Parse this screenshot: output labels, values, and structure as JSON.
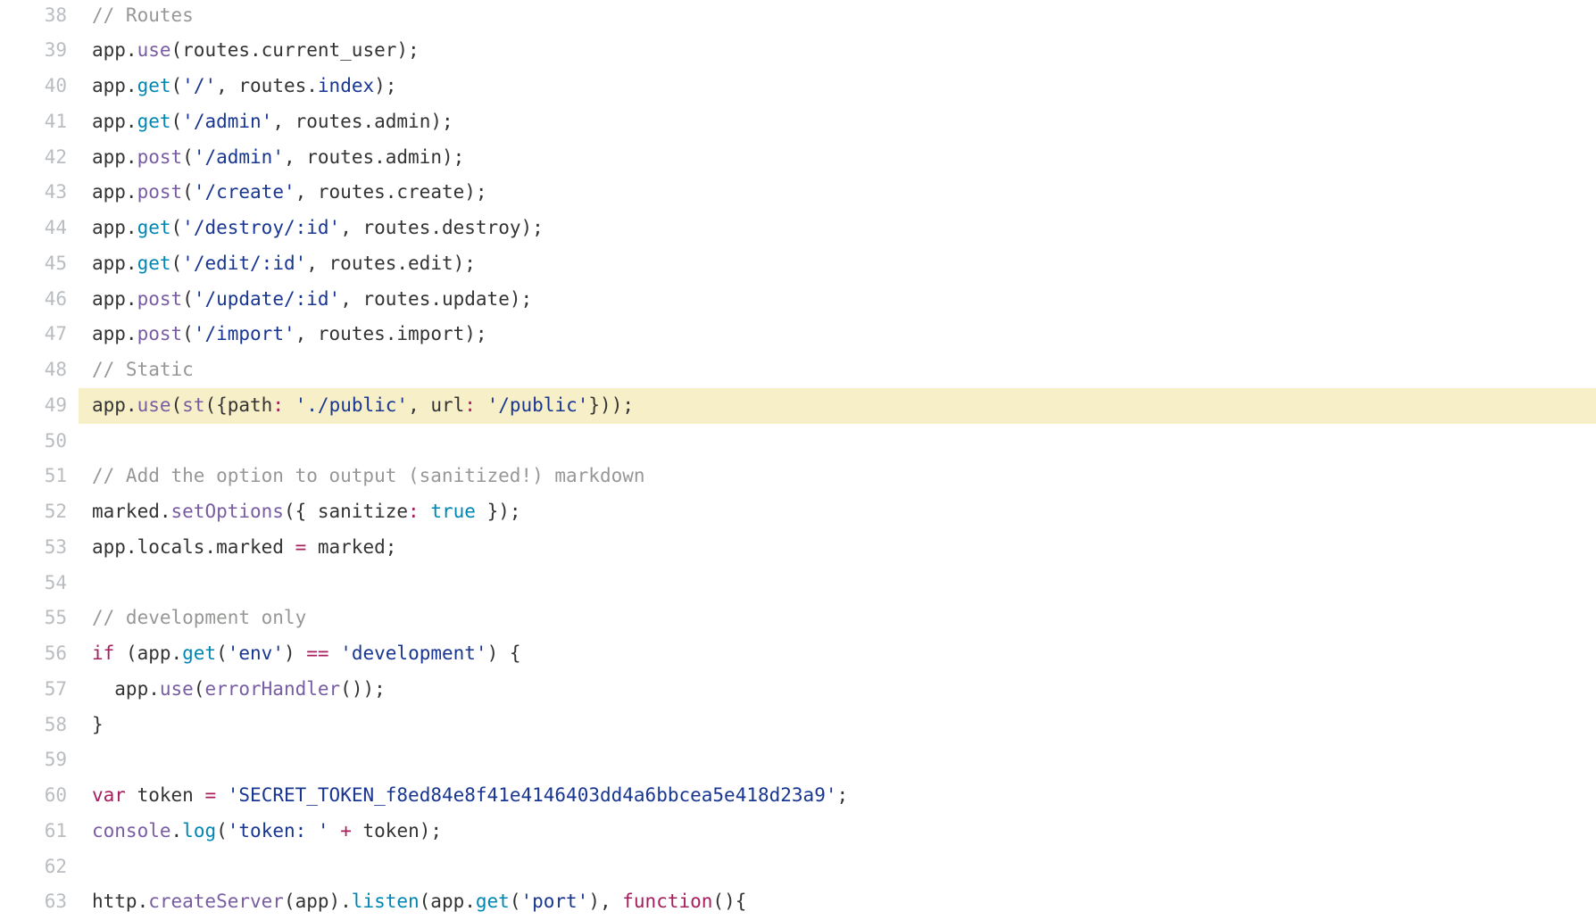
{
  "colors": {
    "background": "#ffffff",
    "plain": "#333333",
    "comment": "#969896",
    "string": "#183691",
    "keyword": "#a71d5d",
    "func": "#795da3",
    "builtin": "#0086b3",
    "line-number": "#b9bdc1",
    "highlight": "#f7efc8"
  },
  "lines": [
    {
      "number": "38",
      "highlighted": false,
      "tokens": [
        [
          "comment",
          "// Routes"
        ]
      ]
    },
    {
      "number": "39",
      "highlighted": false,
      "tokens": [
        [
          "plain",
          "app."
        ],
        [
          "func",
          "use"
        ],
        [
          "plain",
          "(routes.current_user);"
        ]
      ]
    },
    {
      "number": "40",
      "highlighted": false,
      "tokens": [
        [
          "plain",
          "app."
        ],
        [
          "builtin",
          "get"
        ],
        [
          "plain",
          "("
        ],
        [
          "string",
          "'/'"
        ],
        [
          "plain",
          ", routes."
        ],
        [
          "string",
          "index"
        ],
        [
          "plain",
          ");"
        ]
      ]
    },
    {
      "number": "41",
      "highlighted": false,
      "tokens": [
        [
          "plain",
          "app."
        ],
        [
          "builtin",
          "get"
        ],
        [
          "plain",
          "("
        ],
        [
          "string",
          "'/admin'"
        ],
        [
          "plain",
          ", routes.admin);"
        ]
      ]
    },
    {
      "number": "42",
      "highlighted": false,
      "tokens": [
        [
          "plain",
          "app."
        ],
        [
          "func",
          "post"
        ],
        [
          "plain",
          "("
        ],
        [
          "string",
          "'/admin'"
        ],
        [
          "plain",
          ", routes.admin);"
        ]
      ]
    },
    {
      "number": "43",
      "highlighted": false,
      "tokens": [
        [
          "plain",
          "app."
        ],
        [
          "func",
          "post"
        ],
        [
          "plain",
          "("
        ],
        [
          "string",
          "'/create'"
        ],
        [
          "plain",
          ", routes.create);"
        ]
      ]
    },
    {
      "number": "44",
      "highlighted": false,
      "tokens": [
        [
          "plain",
          "app."
        ],
        [
          "builtin",
          "get"
        ],
        [
          "plain",
          "("
        ],
        [
          "string",
          "'/destroy/:id'"
        ],
        [
          "plain",
          ", routes.destroy);"
        ]
      ]
    },
    {
      "number": "45",
      "highlighted": false,
      "tokens": [
        [
          "plain",
          "app."
        ],
        [
          "builtin",
          "get"
        ],
        [
          "plain",
          "("
        ],
        [
          "string",
          "'/edit/:id'"
        ],
        [
          "plain",
          ", routes.edit);"
        ]
      ]
    },
    {
      "number": "46",
      "highlighted": false,
      "tokens": [
        [
          "plain",
          "app."
        ],
        [
          "func",
          "post"
        ],
        [
          "plain",
          "("
        ],
        [
          "string",
          "'/update/:id'"
        ],
        [
          "plain",
          ", routes.update);"
        ]
      ]
    },
    {
      "number": "47",
      "highlighted": false,
      "tokens": [
        [
          "plain",
          "app."
        ],
        [
          "func",
          "post"
        ],
        [
          "plain",
          "("
        ],
        [
          "string",
          "'/import'"
        ],
        [
          "plain",
          ", routes.import);"
        ]
      ]
    },
    {
      "number": "48",
      "highlighted": false,
      "tokens": [
        [
          "comment",
          "// Static"
        ]
      ]
    },
    {
      "number": "49",
      "highlighted": true,
      "tokens": [
        [
          "plain",
          "app."
        ],
        [
          "func",
          "use"
        ],
        [
          "plain",
          "("
        ],
        [
          "func",
          "st"
        ],
        [
          "plain",
          "({path"
        ],
        [
          "keyword",
          ":"
        ],
        [
          "plain",
          " "
        ],
        [
          "string",
          "'./public'"
        ],
        [
          "plain",
          ", url"
        ],
        [
          "keyword",
          ":"
        ],
        [
          "plain",
          " "
        ],
        [
          "string",
          "'/public'"
        ],
        [
          "plain",
          "}));"
        ]
      ]
    },
    {
      "number": "50",
      "highlighted": false,
      "tokens": []
    },
    {
      "number": "51",
      "highlighted": false,
      "tokens": [
        [
          "comment",
          "// Add the option to output (sanitized!) markdown"
        ]
      ]
    },
    {
      "number": "52",
      "highlighted": false,
      "tokens": [
        [
          "plain",
          "marked."
        ],
        [
          "func",
          "setOptions"
        ],
        [
          "plain",
          "({ sanitize"
        ],
        [
          "keyword",
          ":"
        ],
        [
          "plain",
          " "
        ],
        [
          "builtin",
          "true"
        ],
        [
          "plain",
          " });"
        ]
      ]
    },
    {
      "number": "53",
      "highlighted": false,
      "tokens": [
        [
          "plain",
          "app.locals.marked "
        ],
        [
          "keyword",
          "="
        ],
        [
          "plain",
          " marked;"
        ]
      ]
    },
    {
      "number": "54",
      "highlighted": false,
      "tokens": []
    },
    {
      "number": "55",
      "highlighted": false,
      "tokens": [
        [
          "comment",
          "// development only"
        ]
      ]
    },
    {
      "number": "56",
      "highlighted": false,
      "tokens": [
        [
          "keyword",
          "if"
        ],
        [
          "plain",
          " (app."
        ],
        [
          "builtin",
          "get"
        ],
        [
          "plain",
          "("
        ],
        [
          "string",
          "'env'"
        ],
        [
          "plain",
          ") "
        ],
        [
          "keyword",
          "=="
        ],
        [
          "plain",
          " "
        ],
        [
          "string",
          "'development'"
        ],
        [
          "plain",
          ") {"
        ]
      ]
    },
    {
      "number": "57",
      "highlighted": false,
      "tokens": [
        [
          "plain",
          "  app."
        ],
        [
          "func",
          "use"
        ],
        [
          "plain",
          "("
        ],
        [
          "func",
          "errorHandler"
        ],
        [
          "plain",
          "());"
        ]
      ]
    },
    {
      "number": "58",
      "highlighted": false,
      "tokens": [
        [
          "plain",
          "}"
        ]
      ]
    },
    {
      "number": "59",
      "highlighted": false,
      "tokens": []
    },
    {
      "number": "60",
      "highlighted": false,
      "tokens": [
        [
          "keyword",
          "var"
        ],
        [
          "plain",
          " token "
        ],
        [
          "keyword",
          "="
        ],
        [
          "plain",
          " "
        ],
        [
          "string",
          "'SECRET_TOKEN_f8ed84e8f41e4146403dd4a6bbcea5e418d23a9'"
        ],
        [
          "plain",
          ";"
        ]
      ]
    },
    {
      "number": "61",
      "highlighted": false,
      "tokens": [
        [
          "func",
          "console"
        ],
        [
          "plain",
          "."
        ],
        [
          "builtin",
          "log"
        ],
        [
          "plain",
          "("
        ],
        [
          "string",
          "'token: '"
        ],
        [
          "plain",
          " "
        ],
        [
          "keyword",
          "+"
        ],
        [
          "plain",
          " token);"
        ]
      ]
    },
    {
      "number": "62",
      "highlighted": false,
      "tokens": []
    },
    {
      "number": "63",
      "highlighted": false,
      "tokens": [
        [
          "plain",
          "http."
        ],
        [
          "func",
          "createServer"
        ],
        [
          "plain",
          "(app)."
        ],
        [
          "builtin",
          "listen"
        ],
        [
          "plain",
          "(app."
        ],
        [
          "builtin",
          "get"
        ],
        [
          "plain",
          "("
        ],
        [
          "string",
          "'port'"
        ],
        [
          "plain",
          "), "
        ],
        [
          "keyword",
          "function"
        ],
        [
          "plain",
          "(){"
        ]
      ]
    }
  ]
}
